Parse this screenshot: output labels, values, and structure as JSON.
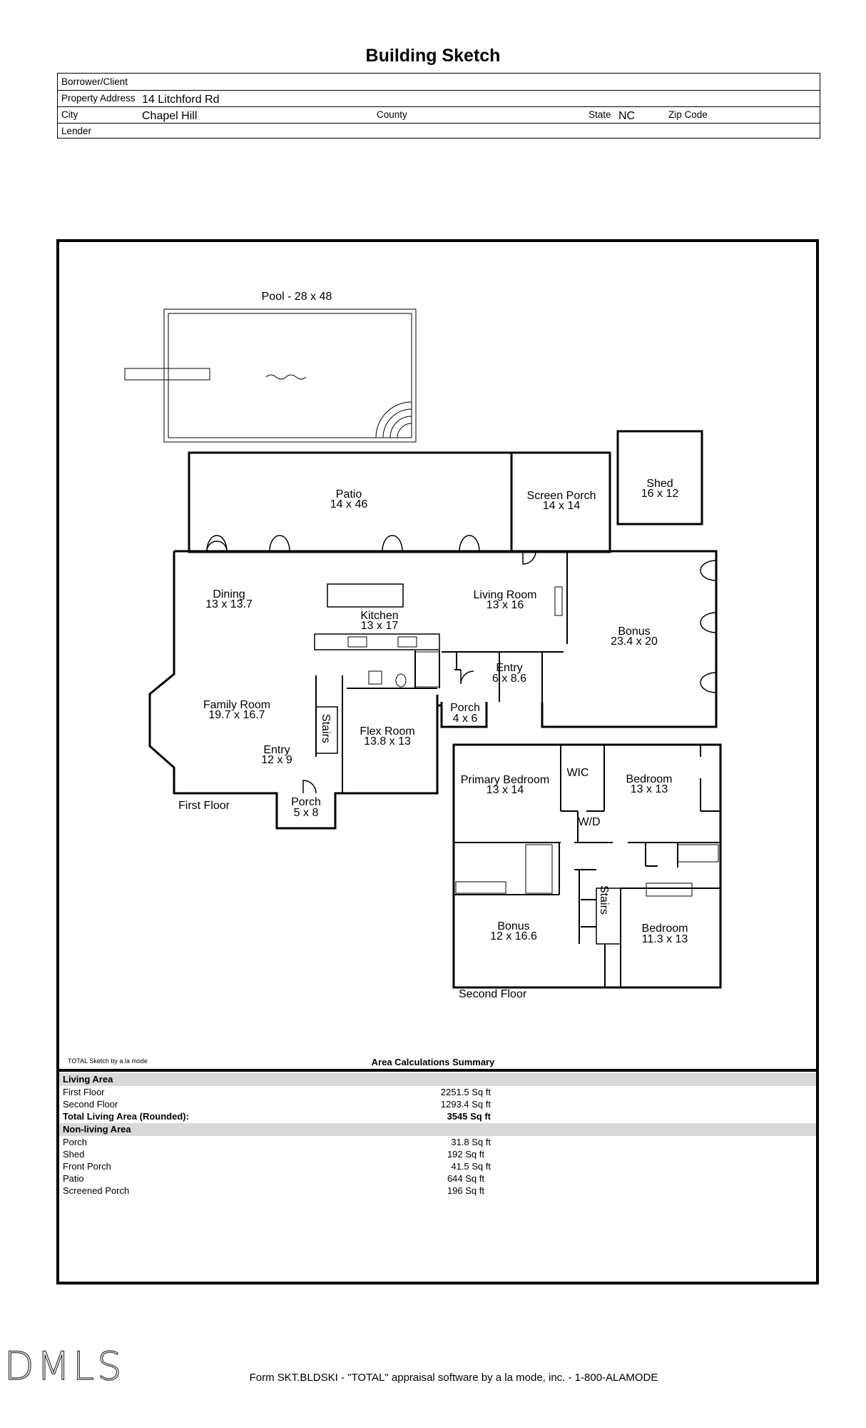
{
  "header": {
    "title": "Building Sketch",
    "borrower_label": "Borrower/Client",
    "borrower_value": "",
    "address_label": "Property Address",
    "address_value": "14 Litchford Rd",
    "city_label": "City",
    "city_value": "Chapel Hill",
    "county_label": "County",
    "county_value": "",
    "state_label": "State",
    "state_value": "NC",
    "zip_label": "Zip Code",
    "zip_value": "",
    "lender_label": "Lender",
    "lender_value": ""
  },
  "sketch": {
    "pool": "Pool - 28 x 48",
    "patio": {
      "name": "Patio",
      "dims": "14 x 46"
    },
    "screen_porch": {
      "name": "Screen Porch",
      "dims": "14 x 14"
    },
    "shed": {
      "name": "Shed",
      "dims": "16 x 12"
    },
    "dining": {
      "name": "Dining",
      "dims": "13 x 13.7"
    },
    "kitchen": {
      "name": "Kitchen",
      "dims": "13 x 17"
    },
    "living_room": {
      "name": "Living Room",
      "dims": "13 x 16"
    },
    "bonus_1": {
      "name": "Bonus",
      "dims": "23.4 x 20"
    },
    "entry_1": {
      "name": "Entry",
      "dims": "6 x 8.6"
    },
    "porch_1": {
      "name": "Porch",
      "dims": "4 x 6"
    },
    "family_room": {
      "name": "Family Room",
      "dims": "19.7 x 16.7"
    },
    "stairs_1": "Stairs",
    "flex_room": {
      "name": "Flex Room",
      "dims": "13.8 x 13"
    },
    "entry_2": {
      "name": "Entry",
      "dims": "12 x 9"
    },
    "porch_2": {
      "name": "Porch",
      "dims": "5 x 8"
    },
    "first_floor_label": "First Floor",
    "primary_bedroom": {
      "name": "Primary Bedroom",
      "dims": "13 x 14"
    },
    "wic": "WIC",
    "wd": "W/D",
    "bedroom_1": {
      "name": "Bedroom",
      "dims": "13 x 13"
    },
    "stairs_2": "Stairs",
    "bonus_2": {
      "name": "Bonus",
      "dims": "12 x 16.6"
    },
    "bedroom_2": {
      "name": "Bedroom",
      "dims": "11.3 x 13"
    },
    "second_floor_label": "Second Floor"
  },
  "summary": {
    "brand": "TOTAL Sketch by a la mode",
    "title": "Area Calculations Summary",
    "living_header": "Living Area",
    "living_rows": [
      {
        "label": "First Floor",
        "value": "2251.5 Sq ft"
      },
      {
        "label": "Second Floor",
        "value": "1293.4 Sq ft"
      },
      {
        "label": "Total Living Area (Rounded):",
        "value": "3545 Sq ft"
      }
    ],
    "nonliving_header": "Non-living Area",
    "nonliving_rows": [
      {
        "label": "Porch",
        "value": "31.8 Sq ft"
      },
      {
        "label": "Shed",
        "value": "192 Sq ft"
      },
      {
        "label": "Front Porch",
        "value": "41.5 Sq ft"
      },
      {
        "label": "Patio",
        "value": "644 Sq ft"
      },
      {
        "label": "Screened Porch",
        "value": "196 Sq ft"
      }
    ]
  },
  "logo": "DMLS",
  "footer": "Form SKT.BLDSKI - \"TOTAL\" appraisal software by a la mode, inc. - 1-800-ALAMODE"
}
